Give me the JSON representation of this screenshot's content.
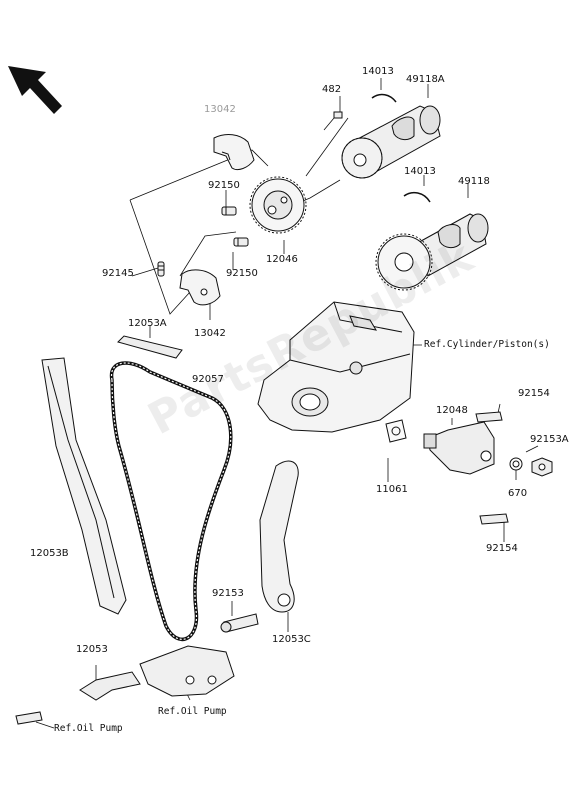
{
  "labels": {
    "p13042_top": "13042",
    "p482": "482",
    "p14013_top": "14013",
    "p49118A": "49118A",
    "p92150_a": "92150",
    "p14013_mid": "14013",
    "p49118": "49118",
    "p92150_b": "92150",
    "p12046": "12046",
    "p92145": "92145",
    "p13042_bot": "13042",
    "p12053A": "12053A",
    "p92057": "92057",
    "ref_cylinder": "Ref.Cylinder/Piston(s)",
    "p92154_top": "92154",
    "p12048": "12048",
    "p92153A": "92153A",
    "p11061": "11061",
    "p670": "670",
    "p12053B": "12053B",
    "p92154_bot": "92154",
    "p92153": "92153",
    "p12053C": "12053C",
    "p12053": "12053",
    "ref_oil_pump_mid": "Ref.Oil Pump",
    "ref_oil_pump_bot": "Ref.Oil Pump"
  },
  "watermark": "PartsRepublik",
  "colors": {
    "line": "#111111",
    "fill_light": "#f4f4f4",
    "fill_mid": "#d8d8d8",
    "faded_text": "#9a9a9a"
  }
}
